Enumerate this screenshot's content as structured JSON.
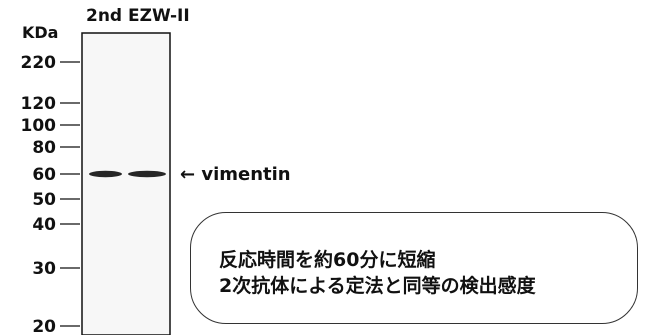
{
  "header": {
    "title": "2nd EZW-II",
    "unit": "KDa"
  },
  "markers": [
    {
      "label": "220",
      "kda": 220
    },
    {
      "label": "120",
      "kda": 120
    },
    {
      "label": "100",
      "kda": 100
    },
    {
      "label": "80",
      "kda": 80
    },
    {
      "label": "60",
      "kda": 60
    },
    {
      "label": "50",
      "kda": 50
    },
    {
      "label": "40",
      "kda": 40
    },
    {
      "label": "30",
      "kda": 30
    },
    {
      "label": "20",
      "kda": 20
    }
  ],
  "bands": [
    {
      "lane": 1,
      "kda": 60,
      "intensity": 0.95
    },
    {
      "lane": 2,
      "kda": 60,
      "intensity": 0.95
    }
  ],
  "band_label": {
    "text": "← vimentin",
    "kda": 60
  },
  "note": {
    "line1": "反応時間を約60分に短縮",
    "line2": "2次抗体による定法と同等の検出感度"
  },
  "colors": {
    "band": "#1a1a1a",
    "membrane": "#f7f7f7",
    "frame": "#111111"
  }
}
